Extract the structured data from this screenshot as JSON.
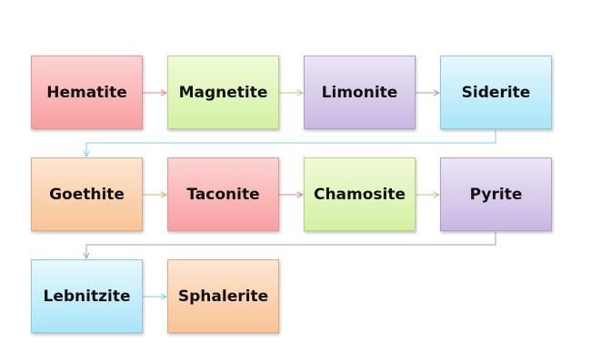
{
  "diagram": {
    "nodes": [
      {
        "label": "Hematite",
        "color": "#f7a0a0"
      },
      {
        "label": "Magnetite",
        "color": "#d4f1a3"
      },
      {
        "label": "Limonite",
        "color": "#c8b8e2"
      },
      {
        "label": "Siderite",
        "color": "#a9e5f8"
      },
      {
        "label": "Goethite",
        "color": "#f9c394"
      },
      {
        "label": "Taconite",
        "color": "#f7a0a0"
      },
      {
        "label": "Chamosite",
        "color": "#d4f1a3"
      },
      {
        "label": "Pyrite",
        "color": "#c8b8e2"
      },
      {
        "label": "Lebnitzite",
        "color": "#a9e5f8"
      },
      {
        "label": "Sphalerite",
        "color": "#f9c394"
      }
    ]
  }
}
